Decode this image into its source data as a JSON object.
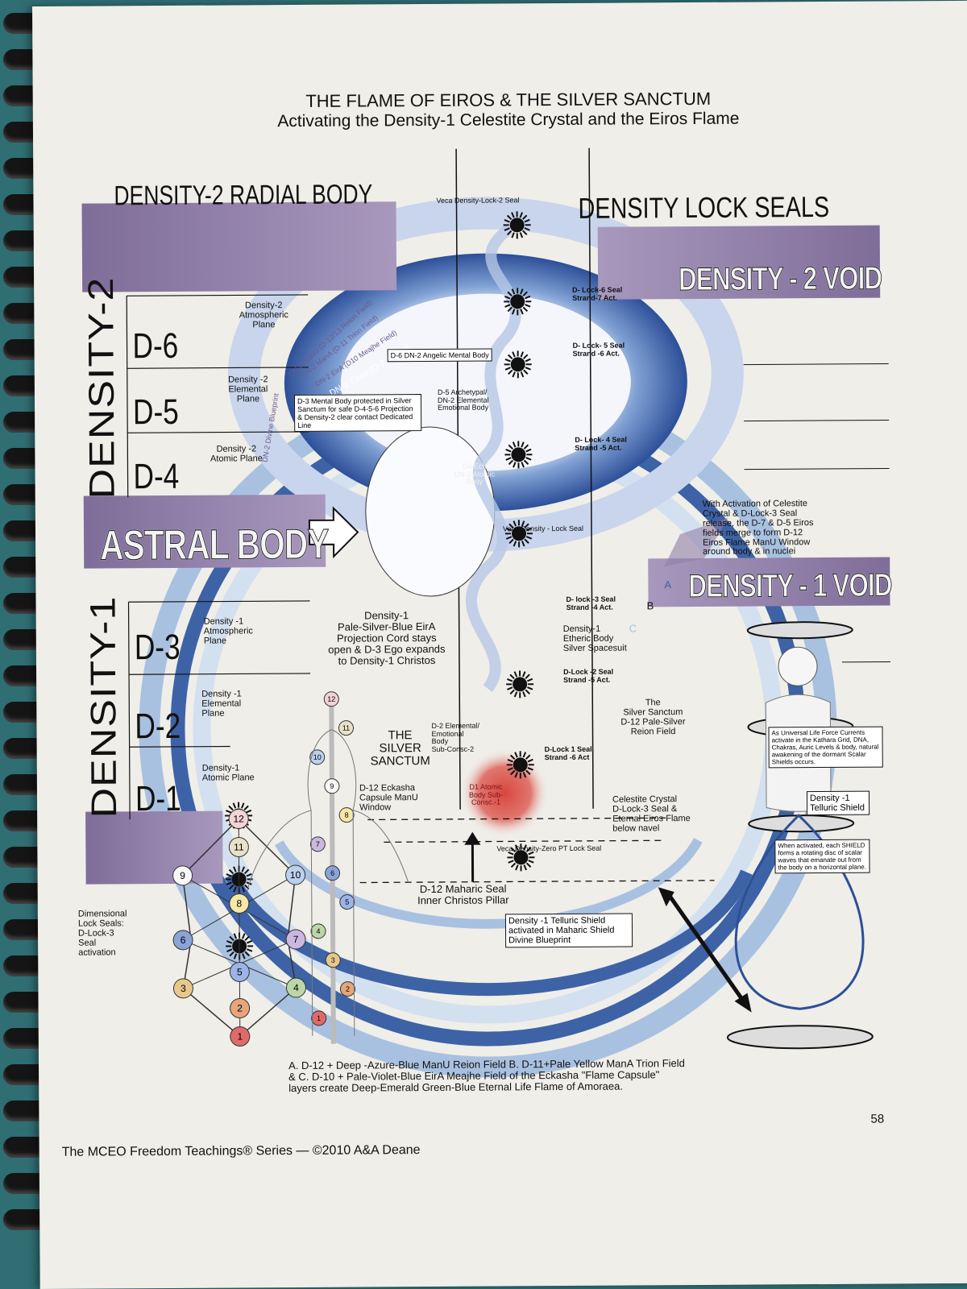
{
  "title": "THE FLAME OF EIROS & THE SILVER SANCTUM",
  "subtitle": "Activating the Density-1 Celestite Crystal and the Eiros Flame",
  "left_header": "DENSITY-2 RADIAL BODY",
  "right_header": "DENSITY LOCK SEALS",
  "density2_void": "DENSITY - 2 VOID",
  "density1_void": "DENSITY - 1 VOID",
  "astral_body": "ASTRAL BODY",
  "density2_vertical": "DENSITY-2",
  "density1_vertical": "DENSITY-1",
  "d_levels": {
    "d6": "D-6",
    "d5": "D-5",
    "d4": "D-4",
    "d3": "D-3",
    "d2": "D-2",
    "d1": "D-1"
  },
  "planes": {
    "d6": "Density-2\nAtmospheric\nPlane",
    "d5": "Density -2\nElemental\nPlane",
    "d4": "Density -2\nAtomic Plane",
    "d3": "Density -1\nAtmospheric\nPlane",
    "d2": "Density -1\nElemental\nPlane",
    "d1": "Density-1\nAtomic Plane"
  },
  "arc_labels": {
    "a1": "DN-2 ManU (D-12/13 Reion Field)",
    "a2": "DN-2 ManA (D-11 Trion Field)",
    "a3": "DN-2 EirA (D10 Meajhe Field)",
    "a4": "DN-2 Eiros (D-7 Eron F",
    "a5": "DN-2 Divine Blueprint"
  },
  "center_labels": {
    "veca_lock2": "Veca Density-Lock-2 Seal",
    "d6_dn2": "D-6  DN-2\nAngelic\nMental\nBody",
    "d5_arch": "D-5 Archetypal/\nDN-2 Elemental\nEmotional Body",
    "d3_mental": "D-3 Mental Body protected\nin Silver Sanctum for safe\nD-4-5-6 Projection &\nDensity-2 clear\ncontact\nDedicated\nLine",
    "dn2_atomic": "D4 Ech\nDN-2 Atomic\nBody",
    "veca_lock": "Veca Density - Lock Seal",
    "projection_cord": "Density-1\nPale-Silver-Blue EirA\nProjection Cord stays\nopen & D-3 Ego expands\nto Density-1 Christos",
    "silver_sanctum": "THE\nSILVER\nSANCTUM",
    "eckasha": "D-12 Eckasha\nCapsule ManU\nWindow",
    "d2_elemental": "D-2 Elemental/\nEmotional\nBody\nSub-Consc-2",
    "d1_atomic": "D1 Atomic\nBody Sub-\nConsc.-1",
    "veca_zero": "Veca Density-Zero PT Lock Seal",
    "maharic_seal": "D-12 Maharic Seal\nInner Christos Pillar",
    "telluric_activated": "Density -1 Telluric Shield\nactivated in Maharic\nShield  Divine Blueprint",
    "dim_lock_seals": "Dimensional\nLock Seals:\nD-Lock-3\nSeal\nactivation"
  },
  "lock_seals": {
    "l6": "D- Lock-6  Seal\nStrand-7  Act.",
    "l5": "D- Lock- 5 Seal\nStrand -6 Act.",
    "l4": "D- Lock- 4  Seal\nStrand -5 Act.",
    "l3": "D- lock -3  Seal\nStrand -4 Act.",
    "l2": "D-Lock -2  Seal\nStrand -5 Act.",
    "l1": "D-Lock 1  Seal\nStrand -6 Act"
  },
  "right_labels": {
    "celestite_activation": "With Activation of Celestite\nCrystal & D-Lock-3 Seal\nrelease, the D-7 & D-5 Eiros\nfields merge to form D-12\nEiros Flame ManU Window\naround body & in nuclei",
    "etheric_body": "Density-1\nEtheric Body\nSilver Spacesuit",
    "silver_sanctum_reion": "The\nSilver Sanctum\nD-12 Pale-Silver\nReion Field",
    "universal_life": "As Universal  Life Force\nCurrents activate in the\nKathara Grid, DNA,\nChakras, Auric Levels &\nbody, natural awakening\nof the dormant Scalar\nShields  occurs.",
    "celestite_seal": "Celestite Crystal\nD-Lock-3 Seal &\nEternal Eiros Flame\nbelow navel",
    "telluric_shield": "Density -1\nTelluric\nShield",
    "shield_desc": "When activated, each\nSHIELD forms a rotating\ndisc of scalar waves that\nemanate out from the\nbody on a horizontal\nplane.",
    "arc_a": "A",
    "arc_b": "B",
    "arc_c": "C"
  },
  "kathara_numbers": [
    "12",
    "11",
    "10",
    "9",
    "8",
    "7",
    "6",
    "5",
    "4",
    "3",
    "2",
    "1"
  ],
  "chakra_numbers": [
    "12",
    "11",
    "10",
    "9",
    "8",
    "7",
    "6",
    "5",
    "4",
    "3",
    "2",
    "1"
  ],
  "caption": "A. D-12 + Deep -Azure-Blue ManU Reion Field  B.  D-11+Pale Yellow ManA Trion Field\n& C.  D-10 + Pale-Violet-Blue EirA Meajhe Field of the Eckasha \"Flame Capsule\"\nlayers create Deep-Emerald Green-Blue Eternal Life Flame of Amoraea.",
  "page_number": "58",
  "footer": "The MCEO Freedom Teachings® Series — ©2010 A&A Deane",
  "colors": {
    "background": "#2f6e73",
    "paper": "#efeee9",
    "violet_bar": "#8f7ea6",
    "blue_field": "#3d63a6",
    "light_blue": "#a9c1e0",
    "red_glow": "#d8473f"
  }
}
